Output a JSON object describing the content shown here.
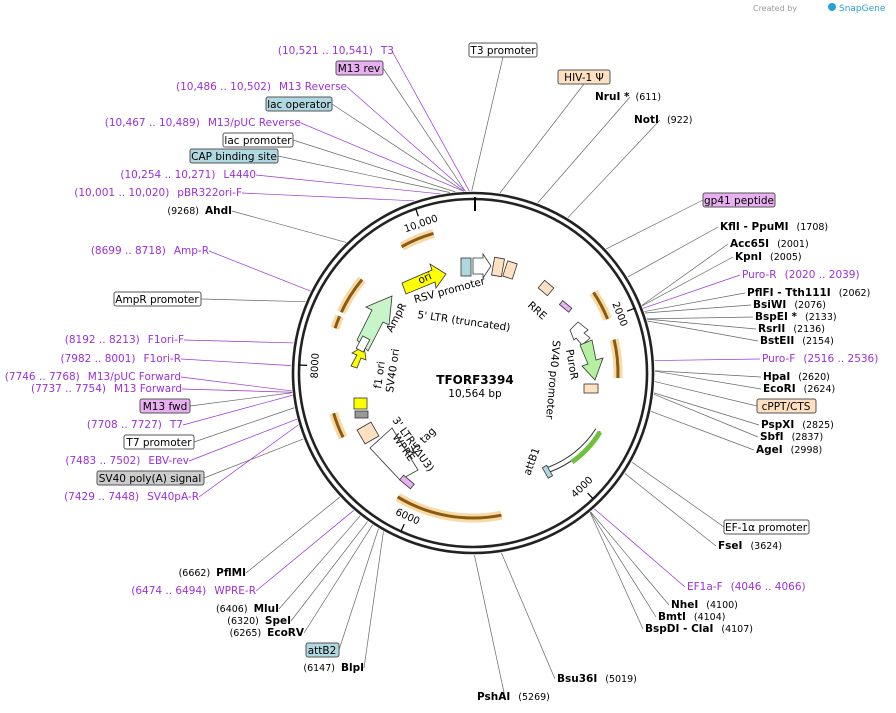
{
  "header": {
    "credit": "Created by",
    "brand": "SnapGene"
  },
  "plasmid": {
    "name": "TFORF3394",
    "length_label": "10,564 bp",
    "total_bp": 10564
  },
  "ticks": [
    {
      "bp": 2000,
      "label": "2000"
    },
    {
      "bp": 4000,
      "label": "4000"
    },
    {
      "bp": 6000,
      "label": "6000"
    },
    {
      "bp": 8000,
      "label": "8000"
    },
    {
      "bp": 10000,
      "label": "10,000"
    }
  ],
  "colors": {
    "backbone": "#222222",
    "feature_text": "#9b30d9",
    "feature_line": "#9b30d9",
    "enzyme_line": "#555555",
    "orange_arc": "#e8a33c",
    "orange_glow": "#f7d9a6",
    "ori_yellow": "#ffff00",
    "ampr_green": "#c8f5c8",
    "puror_green": "#b5f0a0",
    "ltr_peach": "#ffe0c0",
    "blue_box": "#b0d8e0",
    "purple_box": "#e8b0f0",
    "gray_box": "#cccccc"
  },
  "enzymes": [
    {
      "name": "NruI *",
      "pos": "(611)"
    },
    {
      "name": "NotI",
      "pos": "(922)"
    },
    {
      "name": "KflI",
      "name2": "PpuMI",
      "pos": "(1708)"
    },
    {
      "name": "Acc65I",
      "pos": "(2001)"
    },
    {
      "name": "KpnI",
      "pos": "(2005)"
    },
    {
      "name": "PflFI",
      "name2": "Tth111I",
      "pos": "(2062)"
    },
    {
      "name": "BsiWI",
      "pos": "(2076)"
    },
    {
      "name": "BspEI *",
      "pos": "(2133)"
    },
    {
      "name": "RsrII",
      "pos": "(2136)"
    },
    {
      "name": "BstEII",
      "pos": "(2154)"
    },
    {
      "name": "HpaI",
      "pos": "(2620)"
    },
    {
      "name": "EcoRI",
      "pos": "(2624)"
    },
    {
      "name": "PspXI",
      "pos": "(2825)"
    },
    {
      "name": "SbfI",
      "pos": "(2837)"
    },
    {
      "name": "AgeI",
      "pos": "(2998)"
    },
    {
      "name": "FseI",
      "pos": "(3624)"
    },
    {
      "name": "NheI",
      "pos": "(4100)"
    },
    {
      "name": "BmtI",
      "pos": "(4104)"
    },
    {
      "name": "BspDI",
      "name2": "ClaI",
      "pos": "(4107)"
    },
    {
      "name": "Bsu36I",
      "pos": "(5019)"
    },
    {
      "name": "PshAI",
      "pos": "(5269)"
    },
    {
      "name": "BlpI",
      "pos": "(6147)"
    },
    {
      "name": "EcoRV",
      "pos": "(6265)"
    },
    {
      "name": "SpeI",
      "pos": "(6320)"
    },
    {
      "name": "MluI",
      "pos": "(6406)"
    },
    {
      "name": "PflMI",
      "pos": "(6662)"
    },
    {
      "name": "AhdI",
      "pos": "(9268)"
    }
  ],
  "primers": [
    {
      "name": "T3",
      "range": "(10,521 .. 10,541)"
    },
    {
      "name": "M13 Reverse",
      "range": "(10,486 .. 10,502)"
    },
    {
      "name": "M13/pUC Reverse",
      "range": "(10,467 .. 10,489)"
    },
    {
      "name": "L4440",
      "range": "(10,254 .. 10,271)"
    },
    {
      "name": "pBR322ori-F",
      "range": "(10,001 .. 10,020)"
    },
    {
      "name": "Amp-R",
      "range": "(8699 .. 8718)"
    },
    {
      "name": "F1ori-F",
      "range": "(8192 .. 8213)"
    },
    {
      "name": "F1ori-R",
      "range": "(7982 .. 8001)"
    },
    {
      "name": "M13/pUC Forward",
      "range": "(7746 .. 7768)"
    },
    {
      "name": "M13 Forward",
      "range": "(7737 .. 7754)"
    },
    {
      "name": "T7",
      "range": "(7708 .. 7727)"
    },
    {
      "name": "EBV-rev",
      "range": "(7483 .. 7502)"
    },
    {
      "name": "SV40pA-R",
      "range": "(7429 .. 7448)"
    },
    {
      "name": "WPRE-R",
      "range": "(6474 .. 6494)"
    },
    {
      "name": "Puro-R",
      "range": "(2020 .. 2039)"
    },
    {
      "name": "Puro-F",
      "range": "(2516 .. 2536)"
    },
    {
      "name": "EF1a-F",
      "range": "(4046 .. 4066)"
    }
  ],
  "boxed_labels": [
    {
      "name": "T3 promoter",
      "style": "white"
    },
    {
      "name": "M13 rev",
      "style": "purple"
    },
    {
      "name": "lac operator",
      "style": "blue"
    },
    {
      "name": "lac promoter",
      "style": "white"
    },
    {
      "name": "CAP binding site",
      "style": "blue"
    },
    {
      "name": "HIV-1 Ψ",
      "style": "peach"
    },
    {
      "name": "gp41 peptide",
      "style": "pink"
    },
    {
      "name": "cPPT/CTS",
      "style": "peach"
    },
    {
      "name": "EF-1α promoter",
      "style": "white"
    },
    {
      "name": "AmpR promoter",
      "style": "white"
    },
    {
      "name": "M13 fwd",
      "style": "purple"
    },
    {
      "name": "T7 promoter",
      "style": "white"
    },
    {
      "name": "SV40 poly(A) signal",
      "style": "gray"
    },
    {
      "name": "attB2",
      "style": "blue"
    }
  ],
  "inner_labels": [
    {
      "name": "ori"
    },
    {
      "name": "AmpR"
    },
    {
      "name": "f1 ori"
    },
    {
      "name": "SV40 ori"
    },
    {
      "name": "RSV promoter"
    },
    {
      "name": "5' LTR (truncated)"
    },
    {
      "name": "RRE"
    },
    {
      "name": "PuroR"
    },
    {
      "name": "SV40 promoter"
    },
    {
      "name": "attB1"
    },
    {
      "name": "3' LTR (ΔU3)"
    },
    {
      "name": "WPRE"
    },
    {
      "name": "V5 tag"
    }
  ]
}
